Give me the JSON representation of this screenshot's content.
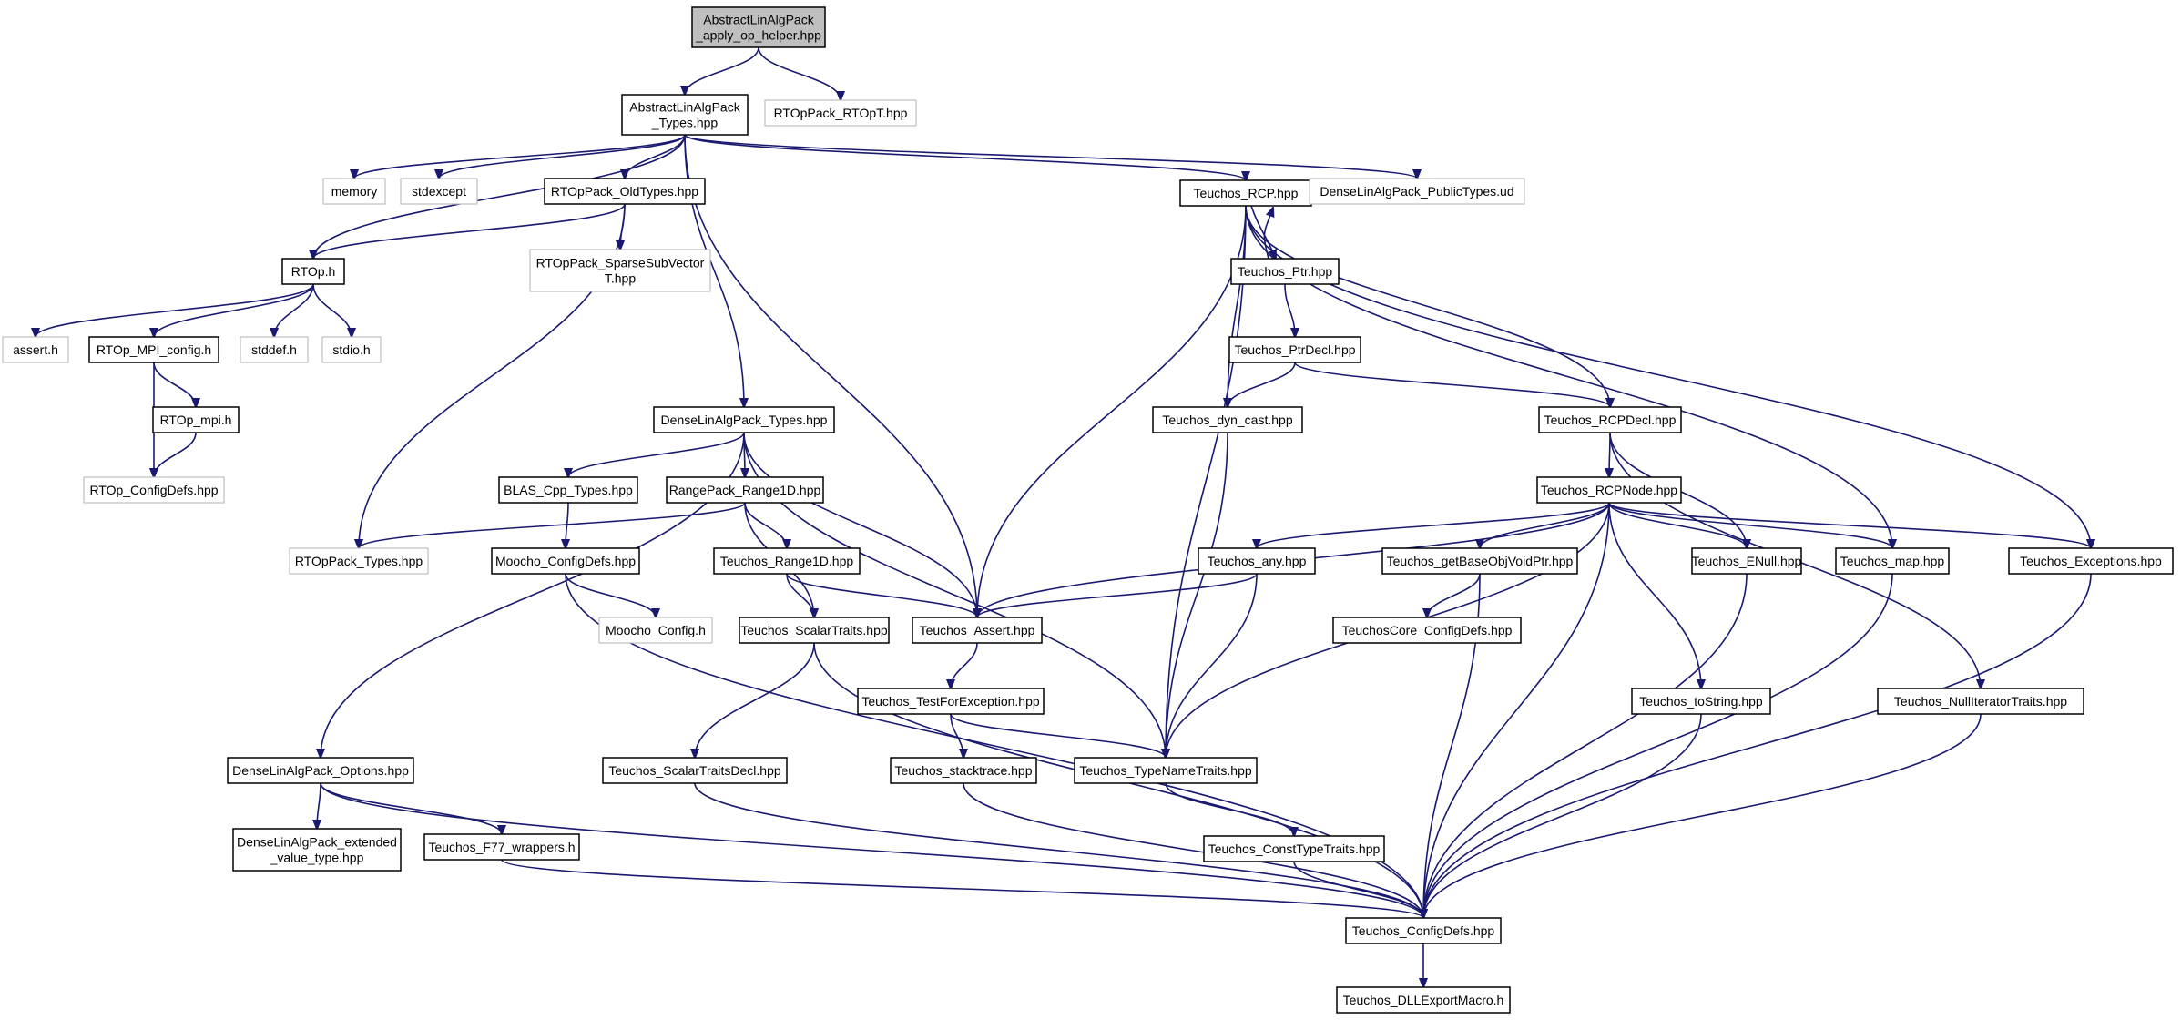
{
  "colors": {
    "edge": "#191970",
    "root_fill": "#bfbfbf",
    "external_border": "#bfbfbf",
    "node_border": "#000000"
  },
  "nodes": {
    "root": {
      "lines": [
        "AbstractLinAlgPack",
        "_apply_op_helper.hpp"
      ],
      "style": "root"
    },
    "alap_types": {
      "lines": [
        "AbstractLinAlgPack",
        "_Types.hpp"
      ],
      "style": "black"
    },
    "rtoppack_rtopt": {
      "lines": [
        "RTOpPack_RTOpT.hpp"
      ],
      "style": "gray"
    },
    "memory": {
      "lines": [
        "memory"
      ],
      "style": "gray"
    },
    "stdexcept": {
      "lines": [
        "stdexcept"
      ],
      "style": "gray"
    },
    "rtoppack_oldtypes": {
      "lines": [
        "RTOpPack_OldTypes.hpp"
      ],
      "style": "black"
    },
    "teuchos_rcp": {
      "lines": [
        "Teuchos_RCP.hpp"
      ],
      "style": "black"
    },
    "dlap_publictypes": {
      "lines": [
        "DenseLinAlgPack_PublicTypes.ud"
      ],
      "style": "gray"
    },
    "rtop_h": {
      "lines": [
        "RTOp.h"
      ],
      "style": "black"
    },
    "rtoppack_sparse": {
      "lines": [
        "RTOpPack_SparseSubVector",
        "T.hpp"
      ],
      "style": "gray"
    },
    "teuchos_ptr": {
      "lines": [
        "Teuchos_Ptr.hpp"
      ],
      "style": "black"
    },
    "assert_h": {
      "lines": [
        "assert.h"
      ],
      "style": "gray"
    },
    "rtop_mpi_config": {
      "lines": [
        "RTOp_MPI_config.h"
      ],
      "style": "black"
    },
    "stddef_h": {
      "lines": [
        "stddef.h"
      ],
      "style": "gray"
    },
    "stdio_h": {
      "lines": [
        "stdio.h"
      ],
      "style": "gray"
    },
    "teuchos_ptrdecl": {
      "lines": [
        "Teuchos_PtrDecl.hpp"
      ],
      "style": "black"
    },
    "rtop_mpi_h": {
      "lines": [
        "RTOp_mpi.h"
      ],
      "style": "black"
    },
    "dlap_types": {
      "lines": [
        "DenseLinAlgPack_Types.hpp"
      ],
      "style": "black"
    },
    "teuchos_dyncast": {
      "lines": [
        "Teuchos_dyn_cast.hpp"
      ],
      "style": "black"
    },
    "teuchos_rcpdecl": {
      "lines": [
        "Teuchos_RCPDecl.hpp"
      ],
      "style": "black"
    },
    "rtop_configdefs": {
      "lines": [
        "RTOp_ConfigDefs.hpp"
      ],
      "style": "gray"
    },
    "blas_cpp_types": {
      "lines": [
        "BLAS_Cpp_Types.hpp"
      ],
      "style": "black"
    },
    "rangepack_range1d": {
      "lines": [
        "RangePack_Range1D.hpp"
      ],
      "style": "black"
    },
    "teuchos_rcpnode": {
      "lines": [
        "Teuchos_RCPNode.hpp"
      ],
      "style": "black"
    },
    "rtoppack_types": {
      "lines": [
        "RTOpPack_Types.hpp"
      ],
      "style": "gray"
    },
    "moocho_configdefs": {
      "lines": [
        "Moocho_ConfigDefs.hpp"
      ],
      "style": "black"
    },
    "teuchos_range1d": {
      "lines": [
        "Teuchos_Range1D.hpp"
      ],
      "style": "black"
    },
    "teuchos_any": {
      "lines": [
        "Teuchos_any.hpp"
      ],
      "style": "black"
    },
    "teuchos_getbase": {
      "lines": [
        "Teuchos_getBaseObjVoidPtr.hpp"
      ],
      "style": "black"
    },
    "teuchos_enull": {
      "lines": [
        "Teuchos_ENull.hpp"
      ],
      "style": "black"
    },
    "teuchos_map": {
      "lines": [
        "Teuchos_map.hpp"
      ],
      "style": "black"
    },
    "teuchos_exceptions": {
      "lines": [
        "Teuchos_Exceptions.hpp"
      ],
      "style": "black"
    },
    "moocho_config": {
      "lines": [
        "Moocho_Config.h"
      ],
      "style": "gray"
    },
    "teuchos_scalartraits": {
      "lines": [
        "Teuchos_ScalarTraits.hpp"
      ],
      "style": "black"
    },
    "teuchos_assert": {
      "lines": [
        "Teuchos_Assert.hpp"
      ],
      "style": "black"
    },
    "teuchoscore_configdefs": {
      "lines": [
        "TeuchosCore_ConfigDefs.hpp"
      ],
      "style": "black"
    },
    "teuchos_testforexception": {
      "lines": [
        "Teuchos_TestForException.hpp"
      ],
      "style": "black"
    },
    "teuchos_tostring": {
      "lines": [
        "Teuchos_toString.hpp"
      ],
      "style": "black"
    },
    "teuchos_nulliter": {
      "lines": [
        "Teuchos_NullIteratorTraits.hpp"
      ],
      "style": "black"
    },
    "dlap_options": {
      "lines": [
        "DenseLinAlgPack_Options.hpp"
      ],
      "style": "black"
    },
    "teuchos_scalartraitsdecl": {
      "lines": [
        "Teuchos_ScalarTraitsDecl.hpp"
      ],
      "style": "black"
    },
    "teuchos_stacktrace": {
      "lines": [
        "Teuchos_stacktrace.hpp"
      ],
      "style": "black"
    },
    "teuchos_typenametraits": {
      "lines": [
        "Teuchos_TypeNameTraits.hpp"
      ],
      "style": "black"
    },
    "dlap_extended": {
      "lines": [
        "DenseLinAlgPack_extended",
        "_value_type.hpp"
      ],
      "style": "black"
    },
    "teuchos_f77": {
      "lines": [
        "Teuchos_F77_wrappers.h"
      ],
      "style": "black"
    },
    "teuchos_consttypetraits": {
      "lines": [
        "Teuchos_ConstTypeTraits.hpp"
      ],
      "style": "black"
    },
    "teuchos_configdefs": {
      "lines": [
        "Teuchos_ConfigDefs.hpp"
      ],
      "style": "black"
    },
    "teuchos_dllexport": {
      "lines": [
        "Teuchos_DLLExportMacro.h"
      ],
      "style": "black"
    }
  },
  "edges": [
    [
      "root",
      "alap_types"
    ],
    [
      "root",
      "rtoppack_rtopt"
    ],
    [
      "alap_types",
      "memory"
    ],
    [
      "alap_types",
      "stdexcept"
    ],
    [
      "alap_types",
      "rtoppack_oldtypes"
    ],
    [
      "alap_types",
      "teuchos_rcp"
    ],
    [
      "alap_types",
      "dlap_publictypes"
    ],
    [
      "alap_types",
      "rtop_h"
    ],
    [
      "alap_types",
      "dlap_types"
    ],
    [
      "alap_types",
      "teuchos_assert"
    ],
    [
      "rtoppack_oldtypes",
      "rtop_h"
    ],
    [
      "rtoppack_oldtypes",
      "rtoppack_sparse"
    ],
    [
      "rtoppack_oldtypes",
      "rtoppack_types"
    ],
    [
      "rtop_h",
      "assert_h"
    ],
    [
      "rtop_h",
      "rtop_mpi_config"
    ],
    [
      "rtop_h",
      "stddef_h"
    ],
    [
      "rtop_h",
      "stdio_h"
    ],
    [
      "rtop_mpi_config",
      "rtop_mpi_h"
    ],
    [
      "rtop_mpi_config",
      "rtop_configdefs"
    ],
    [
      "rtop_mpi_h",
      "rtop_configdefs"
    ],
    [
      "teuchos_rcp",
      "teuchos_ptr"
    ],
    [
      "teuchos_ptr",
      "teuchos_rcp"
    ],
    [
      "teuchos_rcp",
      "teuchos_dyncast"
    ],
    [
      "teuchos_rcp",
      "teuchos_rcpdecl"
    ],
    [
      "teuchos_rcp",
      "teuchos_assert"
    ],
    [
      "teuchos_rcp",
      "teuchos_typenametraits"
    ],
    [
      "teuchos_rcp",
      "teuchos_map"
    ],
    [
      "teuchos_rcp",
      "teuchos_exceptions"
    ],
    [
      "teuchos_ptr",
      "teuchos_ptrdecl"
    ],
    [
      "teuchos_ptrdecl",
      "teuchos_dyncast"
    ],
    [
      "teuchos_ptrdecl",
      "teuchos_rcpdecl"
    ],
    [
      "teuchos_dyncast",
      "teuchos_typenametraits"
    ],
    [
      "teuchos_rcpdecl",
      "teuchos_rcpnode"
    ],
    [
      "teuchos_rcpdecl",
      "teuchos_enull"
    ],
    [
      "teuchos_rcpdecl",
      "teuchos_nulliter"
    ],
    [
      "dlap_types",
      "blas_cpp_types"
    ],
    [
      "dlap_types",
      "rangepack_range1d"
    ],
    [
      "dlap_types",
      "teuchos_assert"
    ],
    [
      "dlap_types",
      "teuchos_typenametraits"
    ],
    [
      "dlap_types",
      "dlap_options"
    ],
    [
      "blas_cpp_types",
      "moocho_configdefs"
    ],
    [
      "rangepack_range1d",
      "rtoppack_types"
    ],
    [
      "rangepack_range1d",
      "teuchos_range1d"
    ],
    [
      "rangepack_range1d",
      "teuchos_scalartraits"
    ],
    [
      "moocho_configdefs",
      "moocho_config"
    ],
    [
      "moocho_configdefs",
      "teuchos_configdefs"
    ],
    [
      "teuchos_range1d",
      "teuchos_scalartraits"
    ],
    [
      "teuchos_range1d",
      "teuchos_assert"
    ],
    [
      "teuchos_rcpnode",
      "teuchos_any"
    ],
    [
      "teuchos_rcpnode",
      "teuchos_getbase"
    ],
    [
      "teuchos_rcpnode",
      "teuchos_enull"
    ],
    [
      "teuchos_rcpnode",
      "teuchos_map"
    ],
    [
      "teuchos_rcpnode",
      "teuchos_exceptions"
    ],
    [
      "teuchos_rcpnode",
      "teuchos_assert"
    ],
    [
      "teuchos_rcpnode",
      "teuchos_typenametraits"
    ],
    [
      "teuchos_rcpnode",
      "teuchos_tostring"
    ],
    [
      "teuchos_rcpnode",
      "teuchos_configdefs"
    ],
    [
      "teuchos_any",
      "teuchos_assert"
    ],
    [
      "teuchos_any",
      "teuchos_typenametraits"
    ],
    [
      "teuchos_getbase",
      "teuchoscore_configdefs"
    ],
    [
      "teuchos_getbase",
      "teuchos_configdefs"
    ],
    [
      "teuchos_enull",
      "teuchos_configdefs"
    ],
    [
      "teuchos_map",
      "teuchos_configdefs"
    ],
    [
      "teuchos_exceptions",
      "teuchos_configdefs"
    ],
    [
      "teuchos_scalartraits",
      "teuchos_scalartraitsdecl"
    ],
    [
      "teuchos_scalartraits",
      "teuchos_configdefs"
    ],
    [
      "teuchos_assert",
      "teuchos_testforexception"
    ],
    [
      "teuchos_testforexception",
      "teuchos_stacktrace"
    ],
    [
      "teuchos_testforexception",
      "teuchos_typenametraits"
    ],
    [
      "teuchos_tostring",
      "teuchos_configdefs"
    ],
    [
      "teuchos_nulliter",
      "teuchos_configdefs"
    ],
    [
      "dlap_options",
      "dlap_extended"
    ],
    [
      "dlap_options",
      "teuchos_f77"
    ],
    [
      "dlap_options",
      "teuchos_configdefs"
    ],
    [
      "teuchos_scalartraitsdecl",
      "teuchos_configdefs"
    ],
    [
      "teuchos_stacktrace",
      "teuchos_configdefs"
    ],
    [
      "teuchos_typenametraits",
      "teuchos_consttypetraits"
    ],
    [
      "teuchos_f77",
      "teuchos_configdefs"
    ],
    [
      "teuchos_consttypetraits",
      "teuchos_configdefs"
    ],
    [
      "teuchos_configdefs",
      "teuchos_dllexport"
    ]
  ]
}
